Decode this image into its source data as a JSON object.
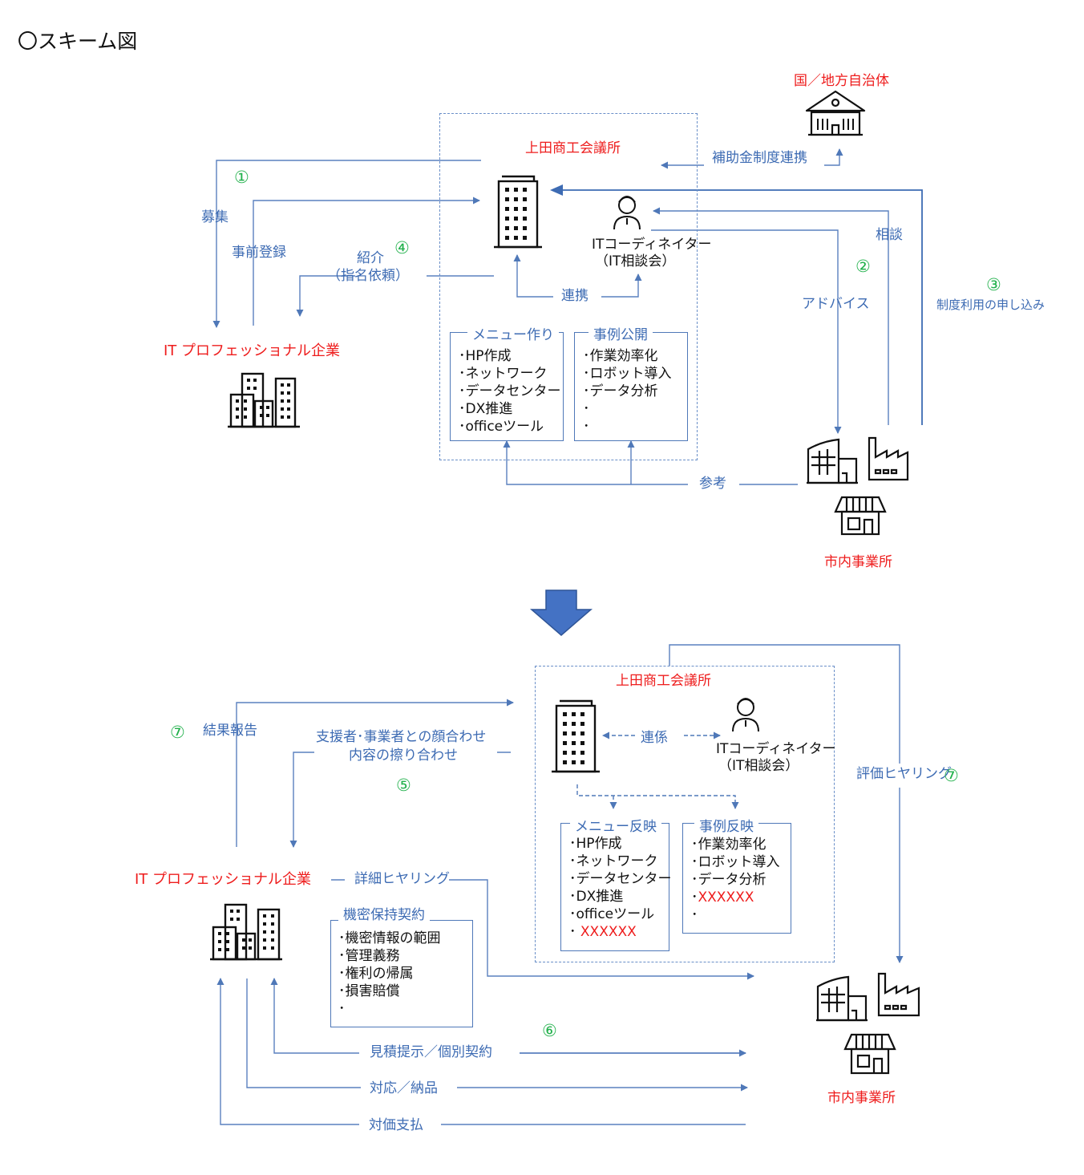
{
  "title": "〇スキーム図",
  "top": {
    "kuni": "国／地方自治体",
    "ueda": "上田商工会議所",
    "hojokin": "補助金制度連携",
    "boshu": "募集",
    "jizen": "事前登録",
    "shokai1": "紹介",
    "shokai2": "（指名依頼）",
    "renkei": "連携",
    "coordinator1": "ITコーディネイター",
    "coordinator2": "（IT相談会）",
    "soudan": "相談",
    "advice": "アドバイス",
    "seido": "制度利用の申し込み",
    "it_company": "IT プロフェッショナル企業",
    "shinai": "市内事業所",
    "sankou": "参考",
    "n1": "①",
    "n2": "②",
    "n3": "③",
    "n4": "④",
    "menu": {
      "title": "メニュー作り",
      "items": [
        "･HP作成",
        "･ネットワーク",
        "･データセンター",
        "･DX推進",
        "･officeツール"
      ]
    },
    "case": {
      "title": "事例公開",
      "items": [
        "･作業効率化",
        "･ロボット導入",
        "･データ分析",
        "･",
        "･"
      ]
    }
  },
  "bottom": {
    "ueda": "上田商工会議所",
    "kekka": "結果報告",
    "kaoawase1": "支援者･事業者との顔合わせ",
    "kaoawase2": "内容の擦り合わせ",
    "renkei": "連係",
    "coordinator1": "ITコーディネイター",
    "coordinator2": "（IT相談会）",
    "hyouka": "評価ヒヤリング",
    "it_company": "IT プロフェッショナル企業",
    "shousai": "詳細ヒヤリング",
    "kimitsu_title": "機密保持契約",
    "kimitsu_items": [
      "･機密情報の範囲",
      "･管理義務",
      "･権利の帰属",
      "･損害賠償",
      "･"
    ],
    "mitsumori": "見積提示／個別契約",
    "taiou": "対応／納品",
    "taika": "対価支払",
    "shinai": "市内事業所",
    "n5": "⑤",
    "n6": "⑥",
    "n7a": "⑦",
    "n7b": "⑦",
    "menu": {
      "title": "メニュー反映",
      "items": [
        "･HP作成",
        "･ネットワーク",
        "･データセンター",
        "･DX推進",
        "･officeツール"
      ],
      "red": "XXXXXX",
      "red_prefix": "･ "
    },
    "case": {
      "title": "事例反映",
      "items": [
        "･作業効率化",
        "･ロボット導入",
        "･データ分析"
      ],
      "red": "XXXXXX",
      "red_prefix": "･",
      "last": "･"
    }
  }
}
